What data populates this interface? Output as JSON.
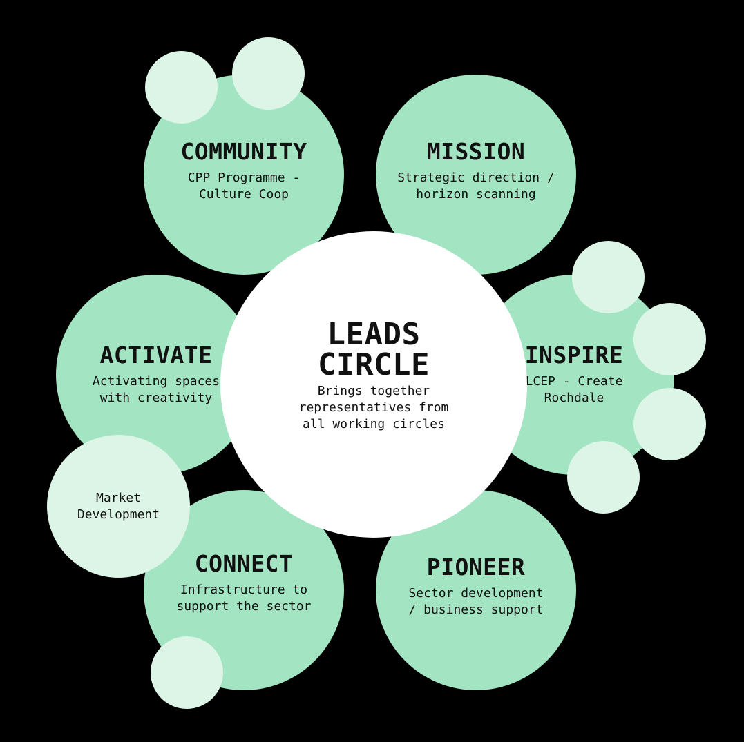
{
  "colors": {
    "background": "#000000",
    "main_circle": "#a3e4c2",
    "small_circle": "#dcf5e7",
    "center_circle": "#ffffff",
    "text": "#111111"
  },
  "center": {
    "title": "LEADS\nCIRCLE",
    "description": "Brings together\nrepresentatives from\nall working circles"
  },
  "circles": {
    "community": {
      "title": "COMMUNITY",
      "description": "CPP Programme -\nCulture Coop"
    },
    "mission": {
      "title": "MISSION",
      "description": "Strategic direction /\nhorizon scanning"
    },
    "activate": {
      "title": "ACTIVATE",
      "description": "Activating spaces\nwith creativity"
    },
    "inspire": {
      "title": "INSPIRE",
      "description": "LCEP - Create\nRochdale"
    },
    "connect": {
      "title": "CONNECT",
      "description": "Infrastructure to\nsupport the sector"
    },
    "pioneer": {
      "title": "PIONEER",
      "description": "Sector development\n/ business support"
    }
  },
  "sub_circles": {
    "market_development": "Market\nDevelopment"
  }
}
